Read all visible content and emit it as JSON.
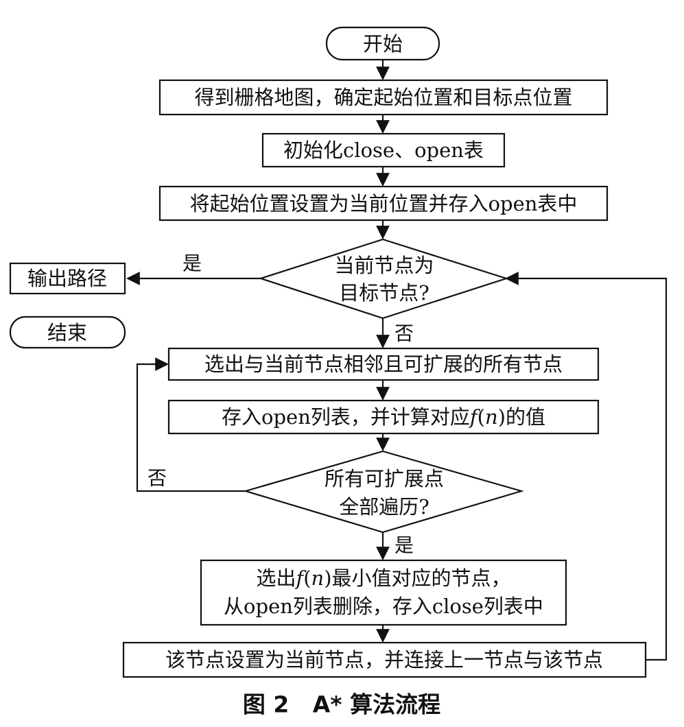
{
  "nodes": {
    "start": "开始",
    "get_map": "得到栅格地图，确定起始位置和目标点位置",
    "init_tables": "初始化close、open表",
    "set_start": "将起始位置设置为当前位置并存入open表中",
    "is_goal_line1": "当前节点为",
    "is_goal_line2": "目标节点?",
    "output_path": "输出路径",
    "end": "结束",
    "select_neighbors": "选出与当前节点相邻且可扩展的所有节点",
    "store_open_a": "存入open列表，并计算对应",
    "store_open_fn": "f",
    "store_open_b": "(",
    "store_open_n": "n",
    "store_open_c": ")的值",
    "all_visited_line1": "所有可扩展点",
    "all_visited_line2": "全部遍历?",
    "select_min_a": "选出",
    "select_min_fn": "f",
    "select_min_b": "(",
    "select_min_n": "n",
    "select_min_c": ")最小值对应的节点，",
    "select_min_line2": "从open列表删除，存入close列表中",
    "set_current": "该节点设置为当前节点，并连接上一节点与该节点"
  },
  "edge_labels": {
    "goal_yes": "是",
    "goal_no": "否",
    "visited_no": "否",
    "visited_yes": "是"
  },
  "caption": "图 2   A* 算法流程"
}
